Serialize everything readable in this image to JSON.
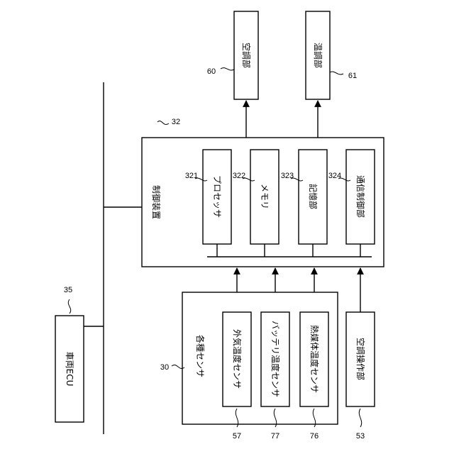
{
  "labels": {
    "air_conditioner": "空調部",
    "temperature_controller": "温調部",
    "control_device": "制御装置",
    "processor": "プロセッサ",
    "memory": "メモリ",
    "storage": "記憶部",
    "comm_controller": "通信制御部",
    "sensors": "各種センサ",
    "outside_temp_sensor": "外気温度センサ",
    "battery_temp_sensor": "バッテリ温度センサ",
    "heat_medium_temp_sensor": "熱媒体温度センサ",
    "ac_operation": "空調操作部",
    "vehicle_ecu": "車両ECU"
  },
  "refs": {
    "air_conditioner": "60",
    "temperature_controller": "61",
    "control_device": "32",
    "processor": "321",
    "memory": "322",
    "storage": "323",
    "comm_controller": "324",
    "sensors": "30",
    "vehicle_ecu": "35",
    "outside_temp_sensor": "57",
    "battery_temp_sensor": "77",
    "heat_medium_temp_sensor": "76",
    "ac_operation": "53"
  }
}
